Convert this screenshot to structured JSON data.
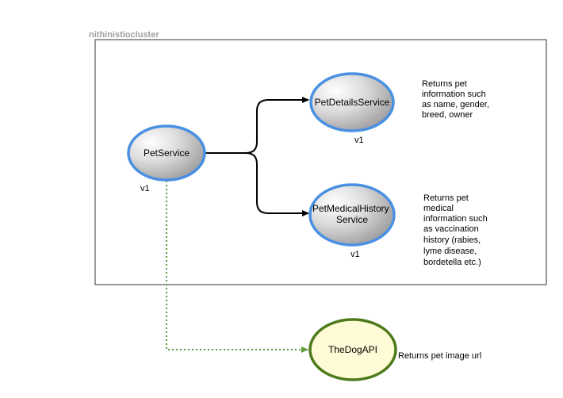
{
  "colors": {
    "service_border": "#4a90e2",
    "external_border": "#4d7a1a",
    "external_fill": "#fffbd6",
    "sync_edge": "#000000",
    "external_edge": "#5a9a3a"
  },
  "cluster": {
    "label": "nithinistiocluster"
  },
  "nodes": {
    "pet_service": {
      "label": "PetService",
      "version": "v1"
    },
    "pet_details_service": {
      "label": "PetDetailsService",
      "version": "v1",
      "description": [
        "Returns pet",
        "information such",
        "as name, gender,",
        "breed, owner"
      ]
    },
    "pet_medical_history_service": {
      "label_lines": [
        "PetMedicalHistory",
        "Service"
      ],
      "version": "v1",
      "description": [
        "Returns pet",
        "medical",
        "information such",
        "as vaccination",
        "history (rabies,",
        "lyme disease,",
        "bordetella etc.)"
      ]
    },
    "the_dog_api": {
      "label": "TheDogAPI",
      "description": "Returns pet image url"
    }
  }
}
